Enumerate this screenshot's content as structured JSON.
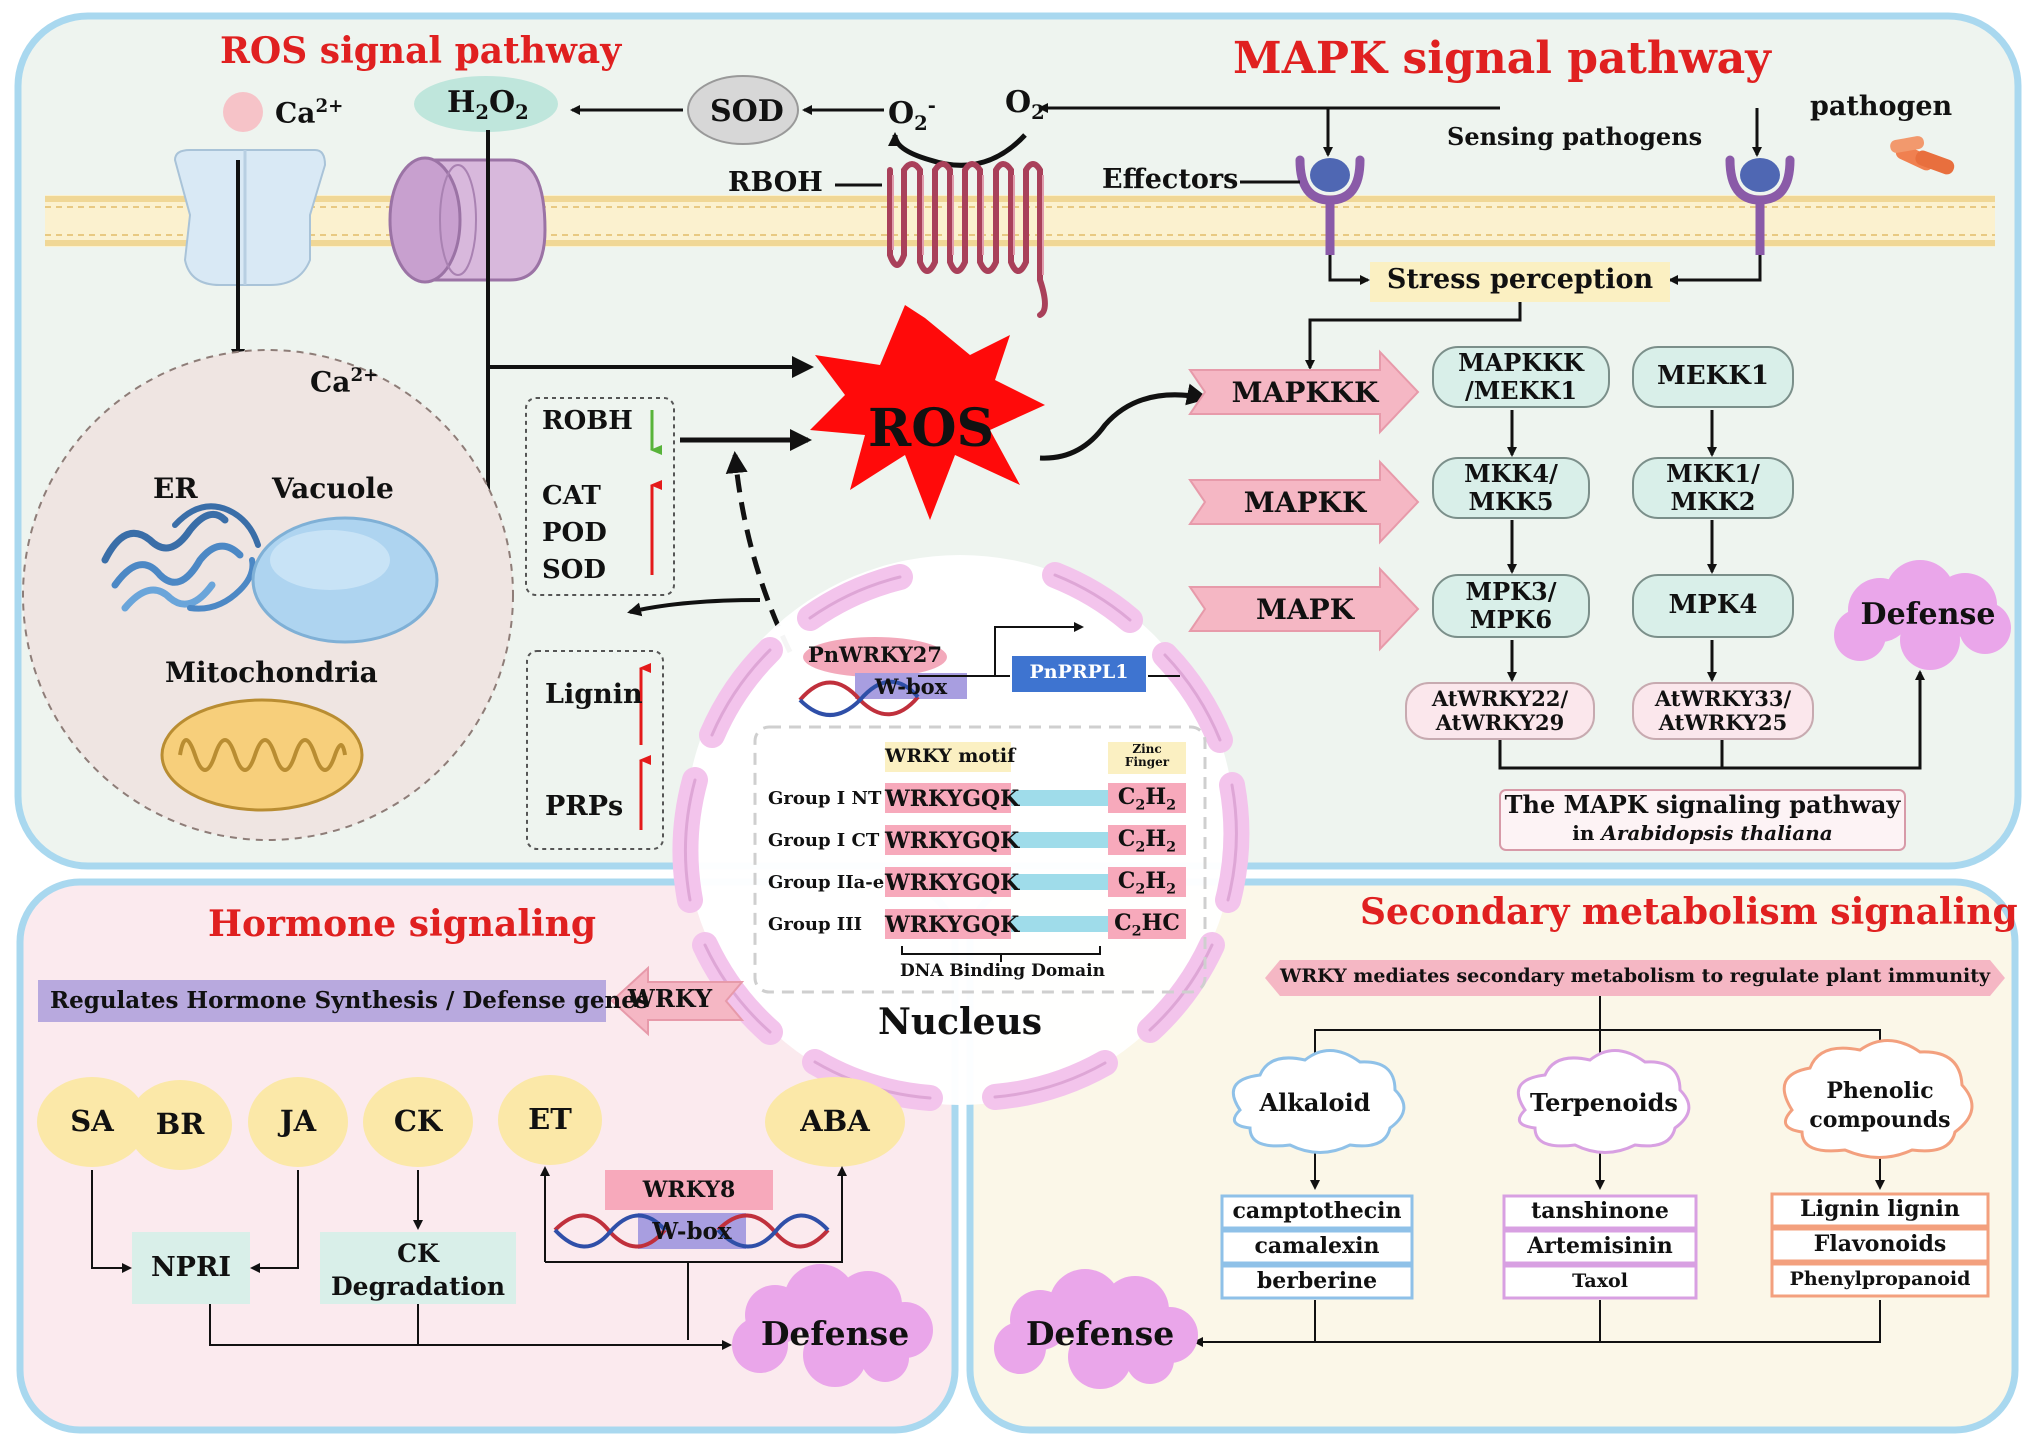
{
  "colors": {
    "panel_border": "#a9d8ef",
    "ros_panel": "#eef4ef",
    "hormone_panel": "#fbeaee",
    "secondary_panel": "#fbf7e8",
    "title_red": "#e02020",
    "arrow_pink": "#f5b7c4",
    "mint_box": "#d9efe9",
    "defense_cloud": "#eaa6ea",
    "stress_box": "#fbf0c2",
    "wrky_bar": "#f7a9bb",
    "domain_cyan": "#9fdcea"
  },
  "ros": {
    "title": "ROS signal pathway",
    "ca_top": "Ca",
    "ca_bottom": "Ca",
    "ca_sup": "2+",
    "h2o2": "H",
    "h2o2_sub1": "2",
    "h2o2_o": "O",
    "h2o2_sub2": "2",
    "sod": "SOD",
    "o2minus": "O",
    "o2minus_sub": "2",
    "o2minus_sup": "-",
    "o2": "O",
    "o2_sub": "2",
    "rboh": "RBOH",
    "er": "ER",
    "vacuole": "Vacuole",
    "mitochondria": "Mitochondria",
    "ros_burst": "ROS",
    "enzymes": {
      "robh": "ROBH",
      "cat": "CAT",
      "pod": "POD",
      "sod": "SOD"
    },
    "defense_items": {
      "lignin": "Lignin",
      "prps": "PRPs"
    }
  },
  "mapk": {
    "title": "MAPK signal pathway",
    "pathogen": "pathogen",
    "sensing": "Sensing pathogens",
    "effectors": "Effectors",
    "stress": "Stress perception",
    "tiers": [
      "MAPKKK",
      "MAPKK",
      "MAPK"
    ],
    "col1": [
      "MAPKKK\n/MEKK1",
      "MKK4/\nMKK5",
      "MPK3/\nMPK6",
      "AtWRKY22/\nAtWRKY29"
    ],
    "col2": [
      "MEKK1",
      "MKK1/\nMKK2",
      "MPK4",
      "AtWRKY33/\nAtWRKY25"
    ],
    "defense": "Defense",
    "caption_line1": "The MAPK signaling pathway",
    "caption_line2_prefix": "in ",
    "caption_line2_italic": "Arabidopsis thaliana"
  },
  "nucleus": {
    "label": "Nucleus",
    "pnwrky27": "PnWRKY27",
    "wbox": "W-box",
    "pnprpl1": "PnPRPL1",
    "motif_header": "WRKY motif",
    "zinc_header_1": "Zinc",
    "zinc_header_2": "Finger",
    "groups": [
      {
        "name": "Group I NT",
        "motif": "WRKYGQK",
        "zf": "C",
        "zf_sub": "2",
        "zf_end": "H",
        "zf_sub2": "2"
      },
      {
        "name": "Group I CT",
        "motif": "WRKYGQK",
        "zf": "C",
        "zf_sub": "2",
        "zf_end": "H",
        "zf_sub2": "2"
      },
      {
        "name": "Group IIa-e",
        "motif": "WRKYGQK",
        "zf": "C",
        "zf_sub": "2",
        "zf_end": "H",
        "zf_sub2": "2"
      },
      {
        "name": "Group III",
        "motif": "WRKYGQK",
        "zf": "C",
        "zf_sub": "2",
        "zf_end": "HC",
        "zf_sub2": ""
      }
    ],
    "dbd": "DNA Binding Domain"
  },
  "hormone": {
    "title": "Hormone signaling",
    "regulates": "Regulates Hormone Synthesis / Defense genes",
    "wrky": "WRKY",
    "hormones": [
      "SA",
      "BR",
      "JA",
      "CK",
      "ET",
      "ABA"
    ],
    "npri": "NPRI",
    "ck_deg_1": "CK",
    "ck_deg_2": "Degradation",
    "wrky8": "WRKY8",
    "wbox": "W-box",
    "defense": "Defense"
  },
  "secondary": {
    "title": "Secondary metabolism signaling",
    "banner": "WRKY mediates secondary metabolism to regulate plant immunity",
    "classes": [
      "Alkaloid",
      "Terpenoids",
      "Phenolic\ncompounds"
    ],
    "alkaloids": [
      "camptothecin",
      "camalexin",
      "berberine"
    ],
    "terpenoids": [
      "tanshinone",
      "Artemisinin",
      "Taxol"
    ],
    "phenolics": [
      "Lignin lignin",
      "Flavonoids",
      "Phenylpropanoid"
    ],
    "defense": "Defense"
  }
}
